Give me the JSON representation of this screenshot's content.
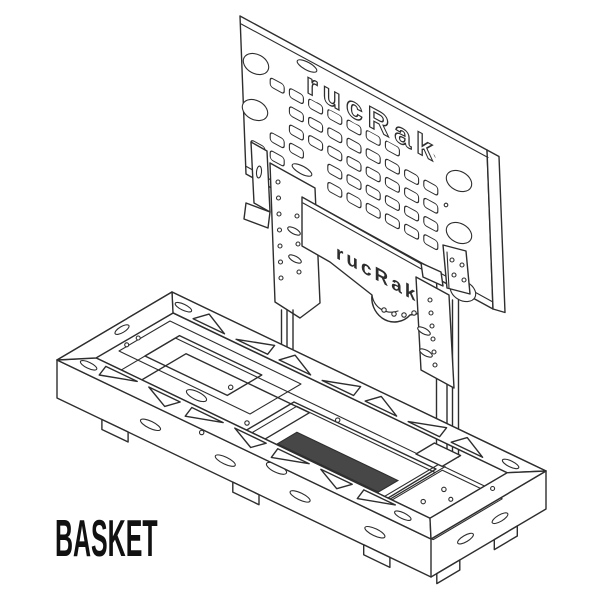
{
  "diagram": {
    "product_label": "BASKET",
    "brand_panel": "rucRak",
    "brand_bracket": "rucRak",
    "colors": {
      "line": "#2e2e2e",
      "background": "#ffffff",
      "slot_fill": "#474747",
      "label_text": "#111111"
    },
    "panel_grid": {
      "rows": 7,
      "columns": 11
    },
    "truss_cutouts_per_rail": 7
  }
}
